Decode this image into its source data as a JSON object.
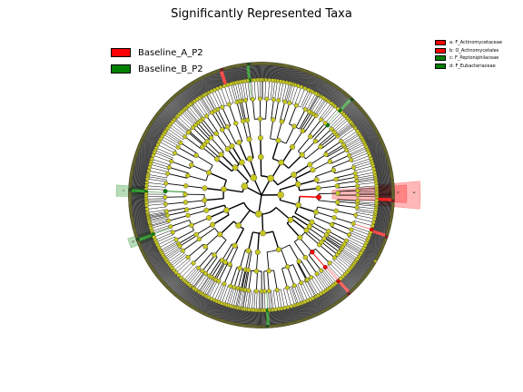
{
  "title": "Significantly Represented Taxa",
  "legend": [
    {
      "label": "Baseline_A_P2",
      "color": "#ff0000"
    },
    {
      "label": "Baseline_B_P2",
      "color": "#008000"
    }
  ],
  "biomarkers": [
    {
      "letter": "a",
      "label": "a: F_Actinomycetaceae",
      "color": "#ff0000"
    },
    {
      "letter": "b",
      "label": "b: O_Actinomycetales",
      "color": "#ff0000"
    },
    {
      "letter": "c",
      "label": "c: F_Peptoniphilaceae",
      "color": "#008000"
    },
    {
      "letter": "d",
      "label": "d: F_Eubacteriaceae",
      "color": "#008000"
    }
  ],
  "colors": {
    "neutral_node": "#c8c820",
    "enriched_A": "#ff0000",
    "enriched_B": "#008000",
    "branch": "#000000"
  }
}
